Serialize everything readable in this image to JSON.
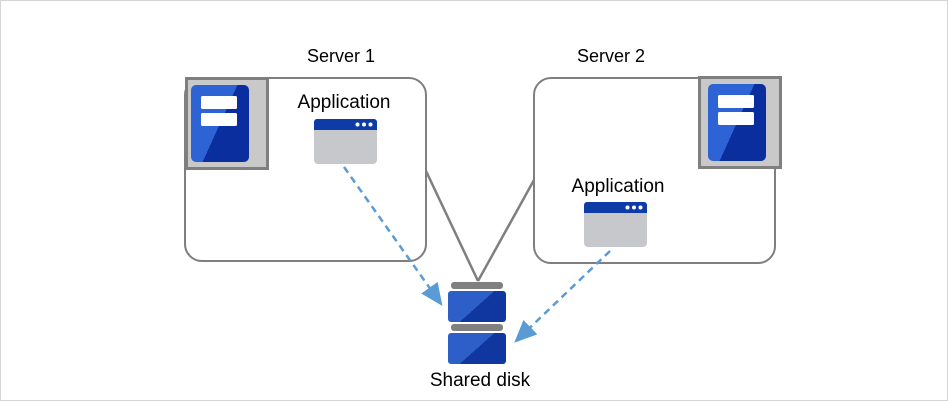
{
  "diagram": {
    "type": "cluster-shared-disk-architecture",
    "nodes": {
      "server1": {
        "label": "Server 1"
      },
      "server2": {
        "label": "Server 2"
      },
      "app1": {
        "label": "Application"
      },
      "app2": {
        "label": "Application"
      },
      "disk": {
        "label": "Shared disk"
      }
    },
    "connections": [
      {
        "from": "server1",
        "to": "disk",
        "style": "solid-gray-line"
      },
      {
        "from": "server2",
        "to": "disk",
        "style": "solid-gray-line"
      },
      {
        "from": "app1",
        "to": "disk",
        "style": "dashed-blue-arrow"
      },
      {
        "from": "app2",
        "to": "disk",
        "style": "dashed-blue-arrow"
      }
    ],
    "icons": {
      "server_tower": "server-tower-icon",
      "application_window": "application-window-icon",
      "shared_disk_stack": "disk-stack-icon"
    },
    "colors": {
      "box_border_gray": "#7f7f7f",
      "connector_gray": "#7f7f7f",
      "arrow_blue": "#5b9bd5",
      "icon_frame_fill": "#c9c9c9",
      "icon_frame_border": "#7f7f7f",
      "server_blue_light": "#2e63d6",
      "server_blue_dark": "#0a2e9d",
      "disk_blue_light": "#2e5fc9",
      "disk_blue_dark": "#10379f",
      "disk_cap_gray": "#808080",
      "app_titlebar_blue": "#0d3ca6",
      "app_body_gray": "#c7c8cb",
      "text_color": "#000000",
      "canvas_border": "#d4d4d4"
    }
  }
}
